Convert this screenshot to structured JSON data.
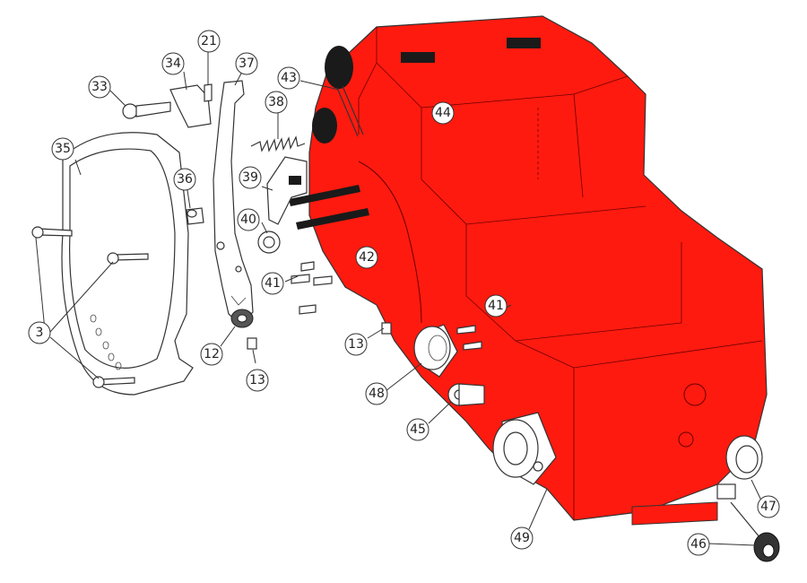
{
  "diagram": {
    "colors": {
      "housing": "#ff1a0f",
      "housing_shadow": "#c80f08",
      "line": "#333333",
      "dark": "#1a1a1a"
    },
    "callouts": [
      {
        "id": "c33",
        "label": "33"
      },
      {
        "id": "c34",
        "label": "34"
      },
      {
        "id": "c21",
        "label": "21"
      },
      {
        "id": "c37",
        "label": "37"
      },
      {
        "id": "c43",
        "label": "43"
      },
      {
        "id": "c44",
        "label": "44"
      },
      {
        "id": "c38",
        "label": "38"
      },
      {
        "id": "c35",
        "label": "35"
      },
      {
        "id": "c36",
        "label": "36"
      },
      {
        "id": "c39",
        "label": "39"
      },
      {
        "id": "c40",
        "label": "40"
      },
      {
        "id": "c42",
        "label": "42"
      },
      {
        "id": "c41a",
        "label": "41"
      },
      {
        "id": "c41b",
        "label": "41"
      },
      {
        "id": "c3",
        "label": "3"
      },
      {
        "id": "c12",
        "label": "12"
      },
      {
        "id": "c13a",
        "label": "13"
      },
      {
        "id": "c13b",
        "label": "13"
      },
      {
        "id": "c48",
        "label": "48"
      },
      {
        "id": "c45",
        "label": "45"
      },
      {
        "id": "c49",
        "label": "49"
      },
      {
        "id": "c47",
        "label": "47"
      },
      {
        "id": "c46",
        "label": "46"
      }
    ]
  }
}
